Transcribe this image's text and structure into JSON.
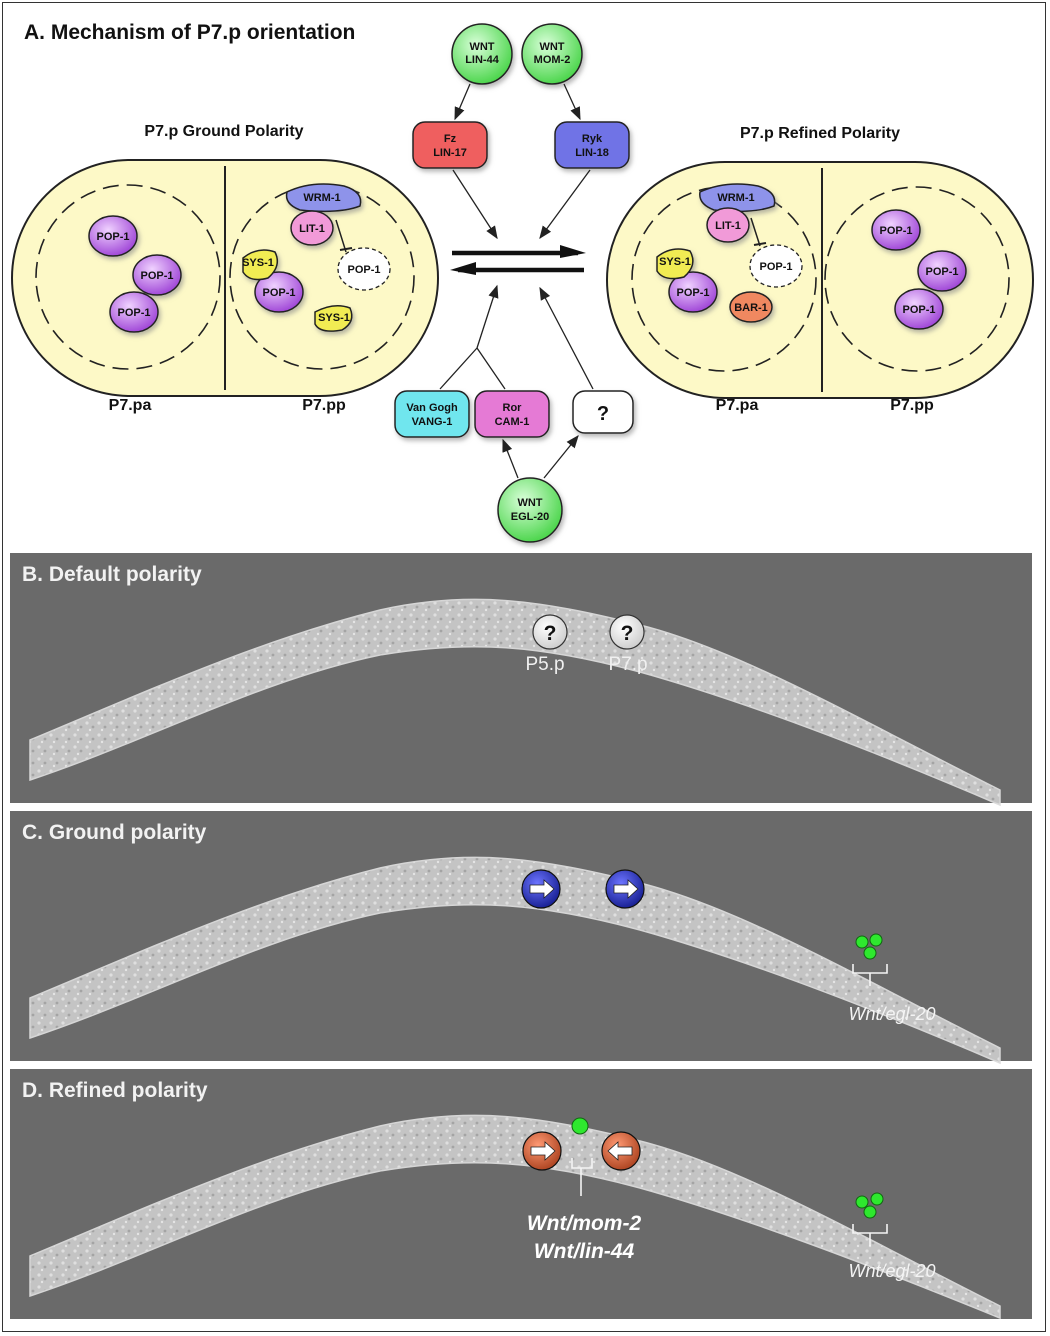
{
  "panel_a": {
    "title": "A.  Mechanism of P7.p orientation",
    "ground": {
      "title": "P7.p Ground Polarity",
      "left_cell": "P7.pa",
      "right_cell": "P7.pp"
    },
    "refined": {
      "title": "P7.p Refined Polarity",
      "left_cell": "P7.pa",
      "right_cell": "P7.pp"
    },
    "proteins": {
      "pop1": "POP-1",
      "sys1": "SYS-1",
      "wrm1": "WRM-1",
      "lit1": "LIT-1",
      "bar1": "BAR-1"
    },
    "wnt_lin44": [
      "WNT",
      "LIN-44"
    ],
    "wnt_mom2": [
      "WNT",
      "MOM-2"
    ],
    "fz": [
      "Fz",
      "LIN-17"
    ],
    "ryk": [
      "Ryk",
      "LIN-18"
    ],
    "vang": [
      "Van Gogh",
      "VANG-1"
    ],
    "ror": [
      "Ror",
      "CAM-1"
    ],
    "unknown": "?",
    "wnt_egl20": [
      "WNT",
      "EGL-20"
    ],
    "colors": {
      "wnt": "#5fe05f",
      "fz": "#ef5e5e",
      "ryk": "#6f73e6",
      "vang": "#6fe6ee",
      "ror": "#e57ad5",
      "pop1": "#b65ae8",
      "sys1": "#f1ec52",
      "wrm1": "#8e93ea",
      "lit1": "#f19ad8",
      "bar1": "#f08860",
      "cell": "#fdf9c7"
    }
  },
  "panel_b": {
    "title": "B.  Default polarity",
    "mark": "?",
    "p5": "P5.p",
    "p7": "P7.p"
  },
  "panel_c": {
    "title": "C.  Ground polarity",
    "wnt_label": "Wnt/egl-20",
    "marker_color": "#2d35b8"
  },
  "panel_d": {
    "title": "D.  Refined polarity",
    "wnt_label": "Wnt/egl-20",
    "wnt_mom2": "Wnt/mom-2",
    "wnt_lin44": "Wnt/lin-44",
    "marker_color": "#c85a35"
  }
}
